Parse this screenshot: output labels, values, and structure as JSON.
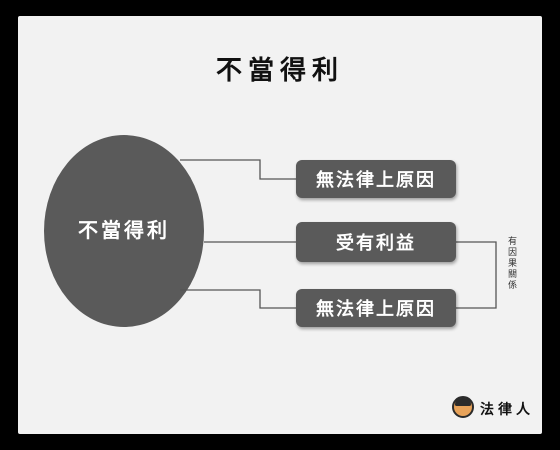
{
  "title": "不當得利",
  "center": {
    "label": "不當得利"
  },
  "boxes": [
    {
      "label": "無法律上原因"
    },
    {
      "label": "受有利益"
    },
    {
      "label": "無法律上原因"
    }
  ],
  "bracket": {
    "label": "有因果關係"
  },
  "logo": {
    "text": "法律人"
  },
  "colors": {
    "shape": "#5a5a5a",
    "background": "#f2f2f2",
    "line": "#555555",
    "frame": "#000000"
  }
}
